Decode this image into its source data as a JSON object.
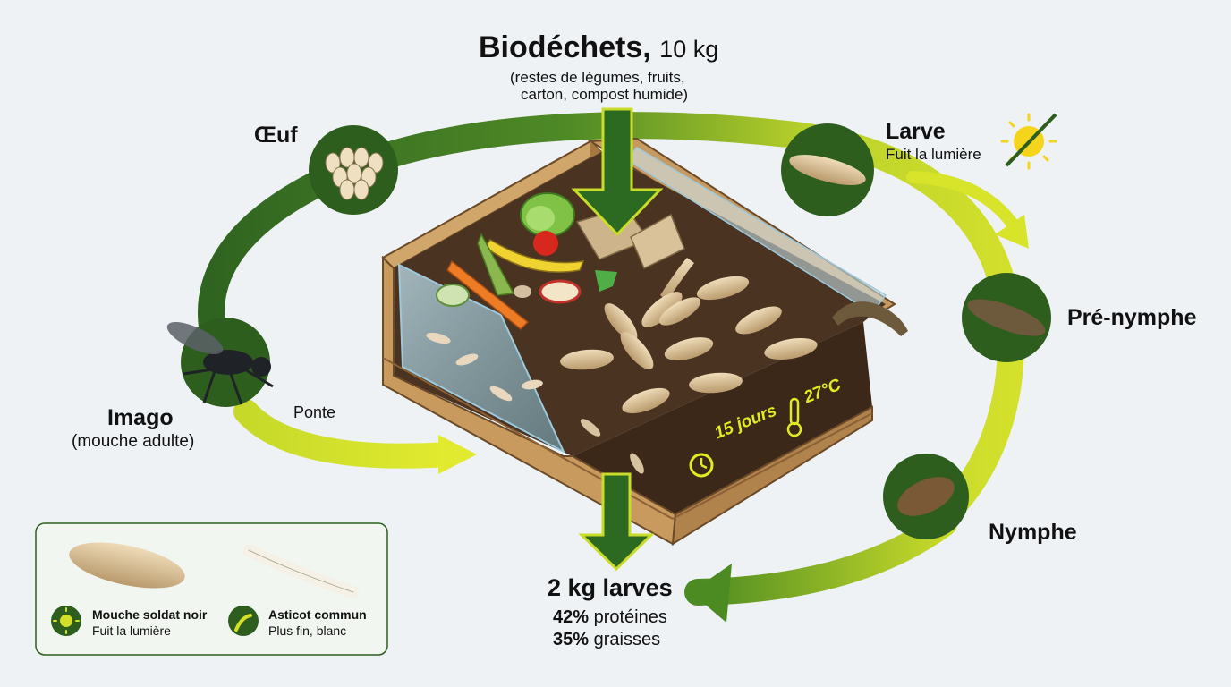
{
  "header": {
    "title": "Biodéchets,",
    "quantity": "10 kg",
    "subtitle_line1": "(restes de légumes, fruits,",
    "subtitle_line2": "carton, compost humide)"
  },
  "stages": {
    "egg": "Œuf",
    "larva": "Larve",
    "larva_note": "Fuit la lumière",
    "prepupa": "Pré-nymphe",
    "pupa": "Nymphe",
    "adult": "Imago",
    "adult_note": "(mouche adulte)",
    "laying": "Ponte"
  },
  "bin": {
    "duration": "15 jours",
    "temperature": "27°C"
  },
  "output": {
    "title": "2 kg larves",
    "protein_value": "42%",
    "protein_label": "protéines",
    "fat_value": "35%",
    "fat_label": "graisses"
  },
  "legend": {
    "items": [
      {
        "title": "Mouche soldat noir",
        "note": "Fuit la lumière",
        "icon": "sun-icon"
      },
      {
        "title": "Asticot commun",
        "note": "Plus fin, blanc",
        "icon": "worm-icon"
      }
    ]
  },
  "colors": {
    "dark_green": "#2d5e1e",
    "lime": "#d2df2a",
    "soil": "#4a3321",
    "wood": "#b88a55",
    "background": "#eef2f5"
  }
}
